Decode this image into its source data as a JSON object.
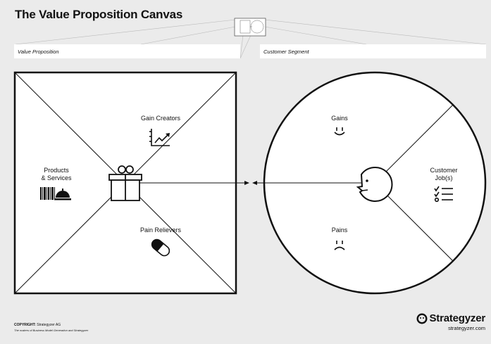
{
  "title": "The Value Proposition Canvas",
  "fields": {
    "value_proposition": "Value Proposition",
    "customer_segment": "Customer Segment"
  },
  "value_map": {
    "gain_creators": "Gain Creators",
    "products_services_line1": "Products",
    "products_services_line2": "& Services",
    "pain_relievers": "Pain Relievers"
  },
  "customer_profile": {
    "gains": "Gains",
    "pains": "Pains",
    "customer_jobs_line1": "Customer",
    "customer_jobs_line2": "Job(s)"
  },
  "footer": {
    "copyright_label": "COPYRIGHT:",
    "copyright_owner": "Strategyzer AG",
    "tagline": "The makers of Business Model Generation and Strategyzer",
    "brand": "Strategyzer",
    "url": "strategyzer.com"
  },
  "icons": {
    "gift": "gift-icon",
    "chart": "chart-up-icon",
    "pill": "pill-icon",
    "barcode": "barcode-icon",
    "bell": "service-bell-icon",
    "face": "customer-face-icon",
    "smile": "smile-icon",
    "frown": "frown-icon",
    "checklist": "checklist-icon"
  }
}
